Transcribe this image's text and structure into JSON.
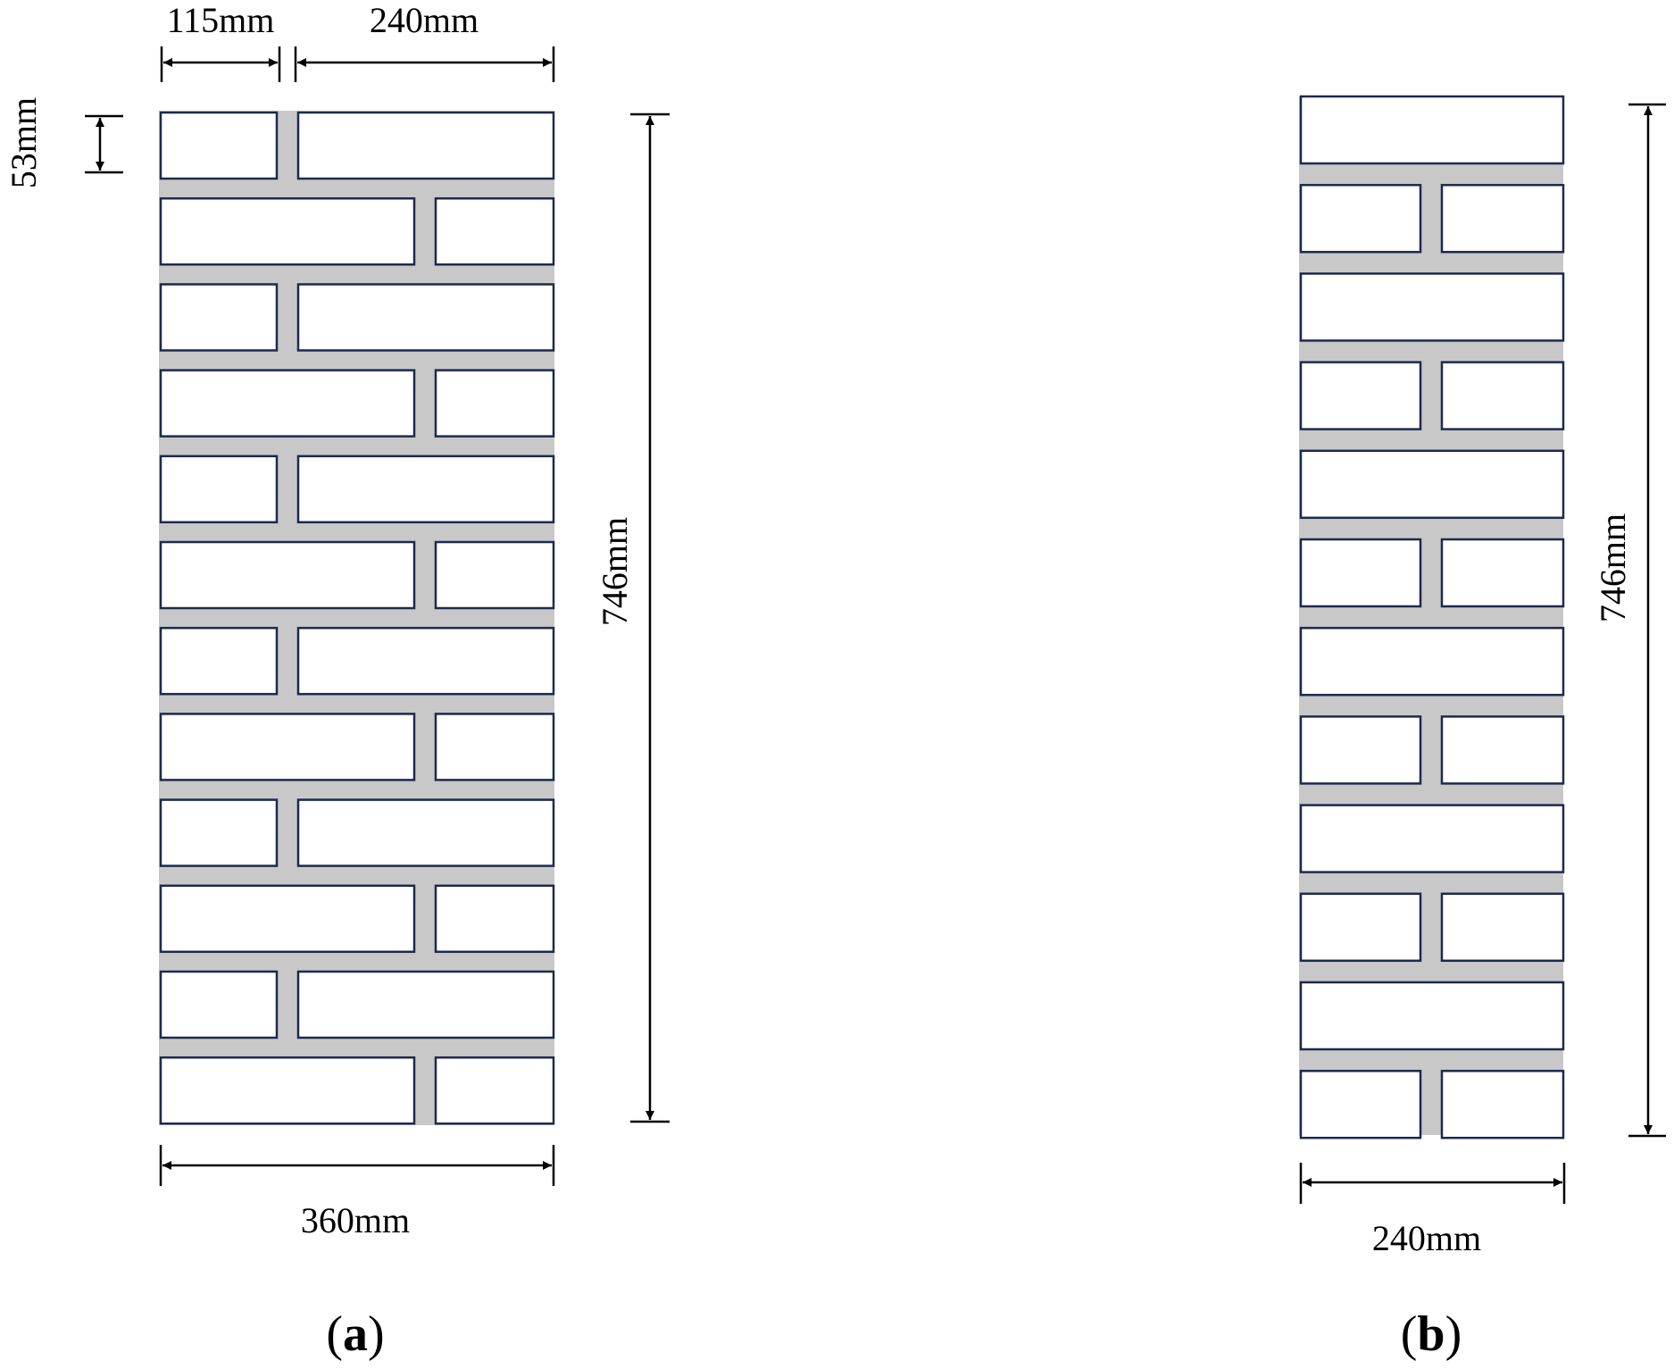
{
  "colors": {
    "mortar": "#c8c8c8",
    "brick_fill": "#ffffff",
    "brick_stroke": "#1b2a4e",
    "dimension_line": "#000000"
  },
  "panel_a": {
    "label_open": "(",
    "label_letter": "a",
    "label_close": ")",
    "dim_half_brick": "115mm",
    "dim_full_brick": "240mm",
    "dim_brick_height": "53mm",
    "dim_height": "746mm",
    "dim_width": "360mm",
    "course_count": 12
  },
  "panel_b": {
    "label_open": "(",
    "label_letter": "b",
    "label_close": ")",
    "dim_height": "746mm",
    "dim_width": "240mm",
    "course_count": 12
  }
}
